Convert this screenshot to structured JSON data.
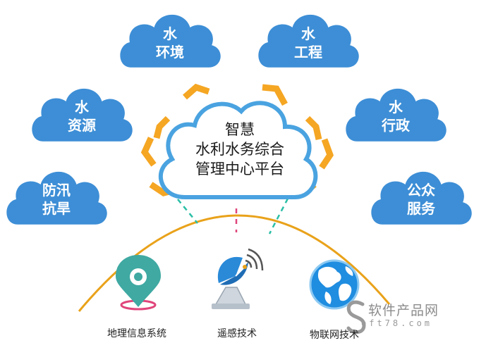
{
  "colors": {
    "cloud_blue": "#3d8ed6",
    "center_border": "#4aa3e0",
    "chevron_orange": "#f5a623",
    "arc_orange": "#e9a21a",
    "dash_teal": "#2bbfa6",
    "dash_pink": "#e0457b",
    "gis_teal": "#3fa9a2",
    "globe_blue": "#1f8de0",
    "dish_blue": "#2a8ad8"
  },
  "clouds": [
    {
      "line1": "水",
      "line2": "环境"
    },
    {
      "line1": "水",
      "line2": "工程"
    },
    {
      "line1": "水",
      "line2": "资源"
    },
    {
      "line1": "水",
      "line2": "行政"
    },
    {
      "line1": "防汛",
      "line2": "抗旱"
    },
    {
      "line1": "公众",
      "line2": "服务"
    }
  ],
  "center": {
    "line1": "智慧",
    "line2": "水利水务综合",
    "line3": "管理中心平台"
  },
  "technologies": [
    {
      "label": "地理信息系统",
      "icon": "map-pin-icon"
    },
    {
      "label": "遥感技术",
      "icon": "satellite-dish-icon"
    },
    {
      "label": "物联网技术",
      "icon": "globe-icon"
    }
  ],
  "watermark": {
    "name": "软件产品网",
    "domain": "oft78.com"
  }
}
